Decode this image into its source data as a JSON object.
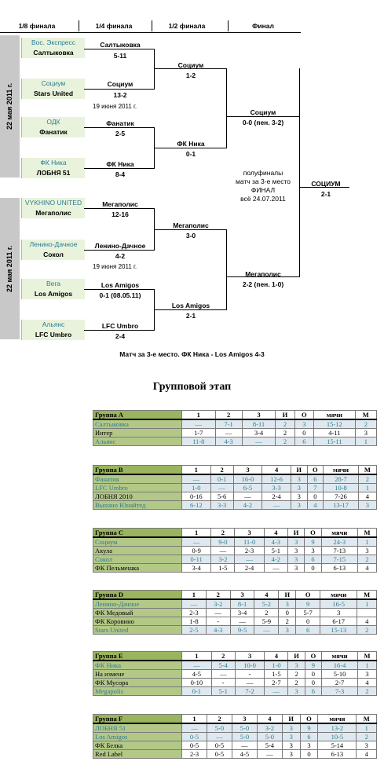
{
  "rounds": [
    "1/8 финала",
    "1/4 финала",
    "1/2 финала",
    "Финал"
  ],
  "dates": [
    "22 мая 2011 г.",
    "22 мая 2011 г."
  ],
  "r16": [
    {
      "t1": "Вос. Экспресс",
      "t2": "Салтыковка"
    },
    {
      "t1": "Социум",
      "t2": "Stars United"
    },
    {
      "t1": "ОДК",
      "t2": "Фанатик"
    },
    {
      "t1": "ФК Ника",
      "t2": "ЛОБНЯ 51"
    },
    {
      "t1": "VYKHINO UNITED",
      "t2": "Мегаполис"
    },
    {
      "t1": "Ленино-Дачное",
      "t2": "Сокол"
    },
    {
      "t1": "Вега",
      "t2": "Los Amigos"
    },
    {
      "t1": "Альянс",
      "t2": "LFC Umbro"
    }
  ],
  "r16_results": [
    {
      "w": "Салтыковка",
      "s": "5-11"
    },
    {
      "w": "Социум",
      "s": "13-2"
    },
    {
      "w": "Фанатик",
      "s": "2-5"
    },
    {
      "w": "ФК Ника",
      "s": "8-4"
    },
    {
      "w": "Мегаполис",
      "s": "12-16"
    },
    {
      "w": "Ленино-Дачное",
      "s": "4-2"
    },
    {
      "w": "Los Amigos",
      "s": "0-1 (08.05.11)"
    },
    {
      "w": "LFC Umbro",
      "s": "2-4"
    }
  ],
  "qf_dates": [
    "19 июня 2011 г.",
    "19 июня 2011 г."
  ],
  "qf_results": [
    {
      "w": "Социум",
      "s": "1-2"
    },
    {
      "w": "ФК Ника",
      "s": "0-1"
    },
    {
      "w": "Мегаполис",
      "s": "3-0"
    },
    {
      "w": "Los Amigos",
      "s": "2-1"
    }
  ],
  "sf_results": [
    {
      "w": "Социум",
      "s": "0-0 (пен. 3-2)"
    },
    {
      "w": "Мегаполис",
      "s": "2-2 (пен. 1-0)"
    }
  ],
  "final_note": [
    "полуфиналы",
    "матч за 3-е место",
    "ФИНАЛ",
    "всё 24.07.2011"
  ],
  "champion": {
    "w": "СОЦИУМ",
    "s": "2-1"
  },
  "third_place": "Матч за 3-е место. ФК Ника - Los Amigos 4-3",
  "group_stage_title": "Групповой этап",
  "groups": [
    {
      "name": "Группа A",
      "cols": [
        "1",
        "2",
        "3",
        "И",
        "О",
        "мячи",
        "М"
      ],
      "rows": [
        {
          "team": "Салтыковка",
          "blue": true,
          "cells": [
            "—",
            "7-1",
            "8-11",
            "2",
            "3",
            "15-12",
            "2"
          ]
        },
        {
          "team": "Интер",
          "blue": false,
          "cells": [
            "1-7",
            "—",
            "3-4",
            "2",
            "0",
            "4-11",
            "3"
          ]
        },
        {
          "team": "Альянс",
          "blue": true,
          "cells": [
            "11-8",
            "4-3",
            "—",
            "2",
            "6",
            "15-11",
            "1"
          ]
        }
      ]
    },
    {
      "name": "Группа B",
      "cols": [
        "1",
        "2",
        "3",
        "4",
        "И",
        "О",
        "мячи",
        "М"
      ],
      "rows": [
        {
          "team": "Фанатик",
          "blue": true,
          "cells": [
            "—",
            "0-1",
            "16-0",
            "12-6",
            "3",
            "6",
            "28-7",
            "2"
          ]
        },
        {
          "team": "LFC Umbro",
          "blue": true,
          "cells": [
            "1-0",
            "—",
            "6-5",
            "3-3",
            "3",
            "7",
            "10-8",
            "1"
          ]
        },
        {
          "team": "ЛОБНЯ 2010",
          "blue": false,
          "cells": [
            "0-16",
            "5-6",
            "—",
            "2-4",
            "3",
            "0",
            "7-26",
            "4"
          ]
        },
        {
          "team": "Выхино Юнайтед",
          "blue": true,
          "cells": [
            "6-12",
            "3-3",
            "4-2",
            "—",
            "3",
            "4",
            "13-17",
            "3"
          ]
        }
      ]
    },
    {
      "name": "Группа C",
      "cols": [
        "1",
        "2",
        "3",
        "4",
        "И",
        "О",
        "мячи",
        "М"
      ],
      "rows": [
        {
          "team": "Социум",
          "blue": true,
          "cells": [
            "—",
            "9-0",
            "11-0",
            "4-3",
            "3",
            "9",
            "24-3",
            "1"
          ]
        },
        {
          "team": "Акула",
          "blue": false,
          "cells": [
            "0-9",
            "—",
            "2-3",
            "5-1",
            "3",
            "3",
            "7-13",
            "3"
          ]
        },
        {
          "team": "Сокол",
          "blue": true,
          "cells": [
            "0-11",
            "3-2",
            "—",
            "4-2",
            "3",
            "6",
            "7-15",
            "2"
          ]
        },
        {
          "team": "ФК Пельмешка",
          "blue": false,
          "cells": [
            "3-4",
            "1-5",
            "2-4",
            "—",
            "3",
            "0",
            "6-13",
            "4"
          ]
        }
      ]
    },
    {
      "name": "Группа D",
      "cols": [
        "1",
        "2",
        "3",
        "4",
        "И",
        "О",
        "мячи",
        "М"
      ],
      "rows": [
        {
          "team": "Ленино-Дачное",
          "blue": true,
          "cells": [
            "—",
            "3-2",
            "8-1",
            "5-2",
            "3",
            "9",
            "16-5",
            "1"
          ]
        },
        {
          "team": "ФК Медовый",
          "blue": false,
          "cells": [
            "2-3",
            "—",
            "3-4",
            "2",
            "0",
            "5-7",
            "3",
            ""
          ]
        },
        {
          "team": "ФК Коровино",
          "blue": false,
          "cells": [
            "1-8",
            "-",
            "—",
            "5-9",
            "2",
            "0",
            "6-17",
            "4"
          ]
        },
        {
          "team": "Stars United",
          "blue": true,
          "cells": [
            "2-5",
            "4-3",
            "9-5",
            "—",
            "3",
            "6",
            "15-13",
            "2"
          ]
        }
      ]
    },
    {
      "name": "Группа E",
      "cols": [
        "1",
        "2",
        "3",
        "4",
        "И",
        "О",
        "мячи",
        "М"
      ],
      "rows": [
        {
          "team": "ФК Ника",
          "blue": true,
          "cells": [
            "—",
            "5-4",
            "10-0",
            "1-0",
            "3",
            "9",
            "16-4",
            "1"
          ]
        },
        {
          "team": "На измене",
          "blue": false,
          "cells": [
            "4-5",
            "—",
            "-",
            "1-5",
            "2",
            "0",
            "5-10",
            "3"
          ]
        },
        {
          "team": "ФК Мусора",
          "blue": false,
          "cells": [
            "0-10",
            "-",
            "—",
            "2-7",
            "2",
            "0",
            "2-7",
            "4"
          ]
        },
        {
          "team": "Megapolis",
          "blue": true,
          "cells": [
            "0-1",
            "5-1",
            "7-2",
            "—",
            "3",
            "6",
            "7-3",
            "2"
          ]
        }
      ]
    },
    {
      "name": "Группа F",
      "cols": [
        "1",
        "2",
        "3",
        "4",
        "И",
        "О",
        "мячи",
        "М"
      ],
      "rows": [
        {
          "team": "ЛОБНЯ 51",
          "blue": true,
          "cells": [
            "—",
            "5-0",
            "5-0",
            "3-2",
            "3",
            "9",
            "13-2",
            "1"
          ]
        },
        {
          "team": "Los Amigos",
          "blue": true,
          "cells": [
            "0-5",
            "—",
            "5-0",
            "5-0",
            "3",
            "6",
            "10-5",
            "2"
          ]
        },
        {
          "team": "ФК Белка",
          "blue": false,
          "cells": [
            "0-5",
            "0-5",
            "—",
            "5-4",
            "3",
            "3",
            "5-14",
            "3"
          ]
        },
        {
          "team": "Red Label",
          "blue": false,
          "cells": [
            "2-3",
            "0-5",
            "4-5",
            "—",
            "3",
            "0",
            "6-13",
            "4"
          ]
        }
      ]
    }
  ]
}
